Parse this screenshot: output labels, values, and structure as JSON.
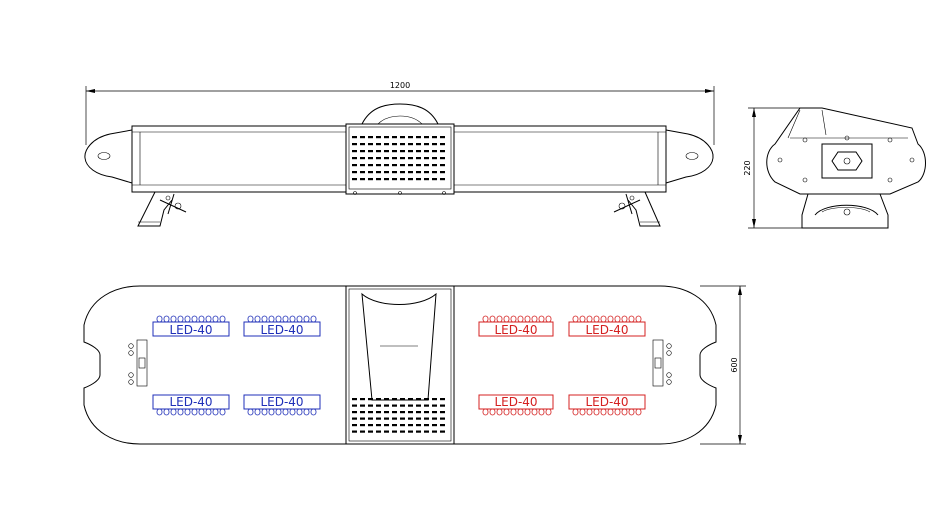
{
  "dimensions": {
    "length": "1200",
    "height": "220",
    "width": "600"
  },
  "led_modules": {
    "label": "LED-40",
    "blue_color": "#1f2fb8",
    "red_color": "#d42020",
    "items": [
      {
        "label": "LED-40",
        "color": "blue"
      },
      {
        "label": "LED-40",
        "color": "blue"
      },
      {
        "label": "LED-40",
        "color": "blue"
      },
      {
        "label": "LED-40",
        "color": "blue"
      },
      {
        "label": "LED-40",
        "color": "red"
      },
      {
        "label": "LED-40",
        "color": "red"
      },
      {
        "label": "LED-40",
        "color": "red"
      },
      {
        "label": "LED-40",
        "color": "red"
      }
    ]
  }
}
